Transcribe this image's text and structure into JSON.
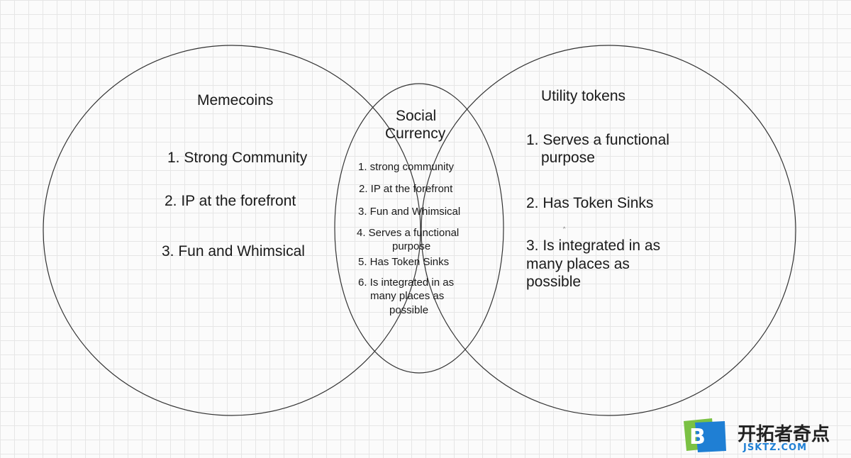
{
  "diagram": {
    "left": {
      "title": "Memecoins",
      "items": [
        "1. Strong Community",
        "2. IP at the forefront",
        "3. Fun and Whimsical"
      ]
    },
    "center": {
      "title_line1": "Social",
      "title_line2": "Currency",
      "items": [
        "1. strong community",
        "2. IP at the forefront",
        "3. Fun and Whimsical",
        "4. Serves a functional",
        "purpose",
        "5. Has Token Sinks",
        "6. Is integrated in as",
        "many places as",
        "possible"
      ]
    },
    "right": {
      "title": "Utility tokens",
      "items": [
        "1. Serves a functional",
        "purpose",
        "2. Has Token Sinks",
        "3. Is integrated in as",
        "many places as",
        "possible"
      ]
    }
  },
  "watermark": {
    "logo_letter": "B",
    "name": "开拓者奇点",
    "domain": "JSKTZ.COM",
    "colors": {
      "green": "#7ac143",
      "blue": "#1f7fd4"
    }
  }
}
